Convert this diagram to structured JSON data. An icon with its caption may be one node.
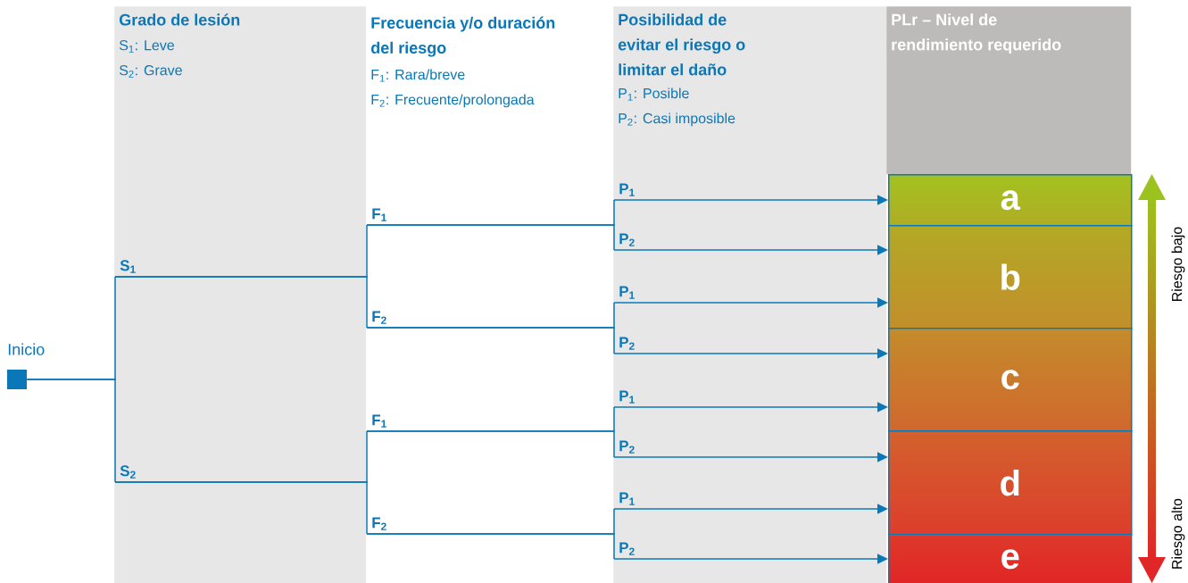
{
  "diagram": {
    "nodes": [
      {
        "text": [
          "Inicio"
        ]
      },
      {
        "text": [
          "Grado de lesión",
          "S$_{1}$: Leve",
          "S$_{2}$: Grave"
        ]
      },
      {
        "text": [
          "Posibilidad de evitar el riesgo o limitar el daño",
          "P$_{1}$: Posible",
          "P$_{2}$: Casi imposible"
        ]
      },
      {
        "text": [
          "PLr – Nivel de rendimiento requerido"
        ]
      },
      {
        "text": [
          "S$_{1}$"
        ],
        "in": 1
      },
      {
        "text": [
          "S$_{2}$"
        ],
        "in": 1
      },
      {
        "text": [
          "F$_{1}$"
        ]
      },
      {
        "text": [
          "F$_{2}$"
        ]
      },
      {
        "text": [
          "F$_{1}$"
        ]
      },
      {
        "text": [
          "F$_{2}$"
        ]
      },
      {
        "text": [
          "P$_{1}$"
        ],
        "in": 2
      },
      {
        "text": [
          "P$_{2}$"
        ],
        "in": 2
      },
      {
        "text": [
          "P$_{1}$"
        ],
        "in": 2
      },
      {
        "text": [
          "P$_{2}$"
        ],
        "in": 2
      },
      {
        "text": [
          "P$_{1}$"
        ],
        "in": 2
      },
      {
        "text": [
          "P$_{2}$"
        ],
        "in": 2
      },
      {
        "text": [
          "P$_{1}$"
        ],
        "in": 2
      },
      {
        "text": [
          "P$_{2}$"
        ],
        "in": 2
      },
      {
        "text": [
          "a"
        ]
      },
      {
        "text": [
          "b"
        ]
      },
      {
        "text": [
          "c"
        ]
      },
      {
        "text": [
          "d"
        ]
      },
      {
        "text": [
          "e"
        ]
      }
    ],
    "edges": [
      {
        "from": 0,
        "to": 4,
        "arrow": "none"
      },
      {
        "from": 0,
        "to": 5,
        "arrow": "none"
      },
      {
        "from": 4,
        "to": 6,
        "arrow": "none"
      },
      {
        "from": 4,
        "to": 7,
        "arrow": "none"
      },
      {
        "from": 5,
        "to": 8,
        "arrow": "none"
      },
      {
        "from": 5,
        "to": 9,
        "arrow": "none"
      },
      {
        "from": 6,
        "to": 10,
        "arrow": "none"
      },
      {
        "from": 6,
        "to": 11,
        "arrow": "none"
      },
      {
        "from": 7,
        "to": 12,
        "arrow": "none"
      },
      {
        "from": 7,
        "to": 13,
        "arrow": "none"
      },
      {
        "from": 8,
        "to": 14,
        "arrow": "none"
      },
      {
        "from": 8,
        "to": 15,
        "arrow": "none"
      },
      {
        "from": 9,
        "to": 16,
        "arrow": "none"
      },
      {
        "from": 9,
        "to": 17,
        "arrow": "none"
      },
      {
        "from": 10,
        "to": 18,
        "arrow": "to"
      },
      {
        "from": 11,
        "to": 19,
        "arrow": "to"
      },
      {
        "from": 12,
        "to": 19,
        "arrow": "to"
      },
      {
        "from": 13,
        "to": 20,
        "arrow": "to"
      },
      {
        "from": 14,
        "to": 20,
        "arrow": "to"
      },
      {
        "from": 15,
        "to": 21,
        "arrow": "to"
      },
      {
        "from": 16,
        "to": 21,
        "arrow": "to"
      },
      {
        "from": 17,
        "to": 22,
        "arrow": "to"
      }
    ],
    "labels": [
      "Frecuencia y/o duración del riesgo",
      "F$_{1}$: Rara/breve",
      "F$_{2}$: Frecuente/prolongada",
      "Riesgo bajo",
      "Riesgo alto"
    ]
  }
}
